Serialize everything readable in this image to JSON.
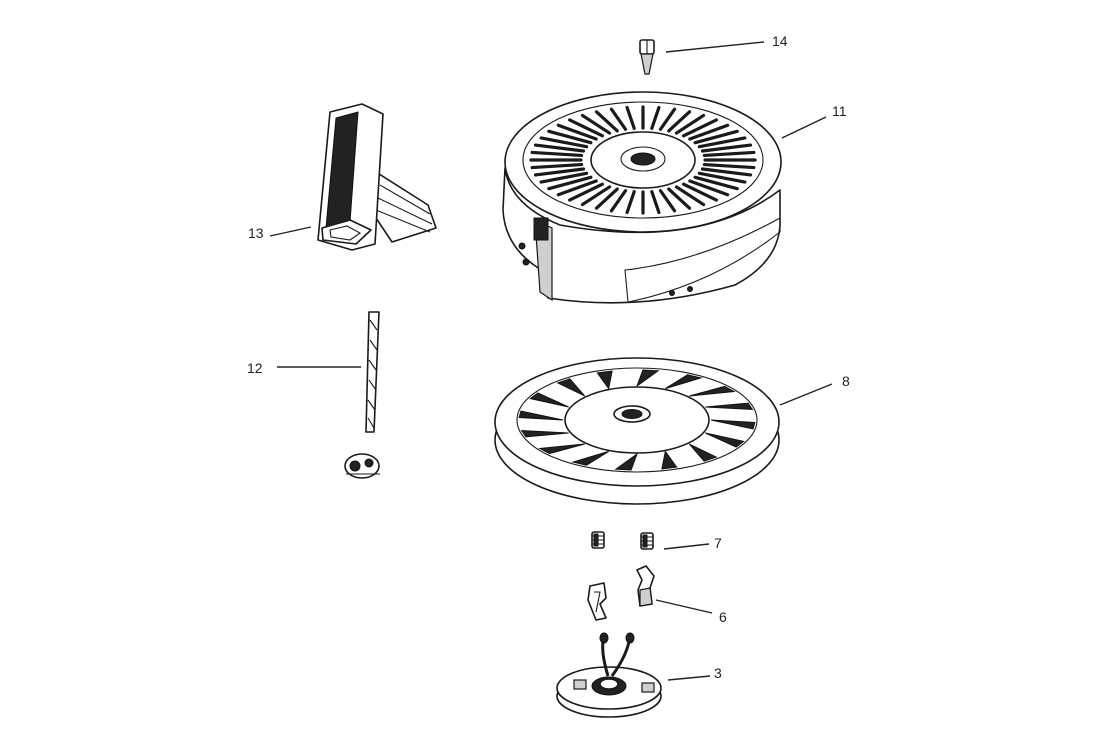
{
  "diagram": {
    "labels": {
      "p14": "14",
      "p11": "11",
      "p13": "13",
      "p12": "12",
      "p8": "8",
      "p7": "7",
      "p6": "6",
      "p3": "3"
    }
  }
}
